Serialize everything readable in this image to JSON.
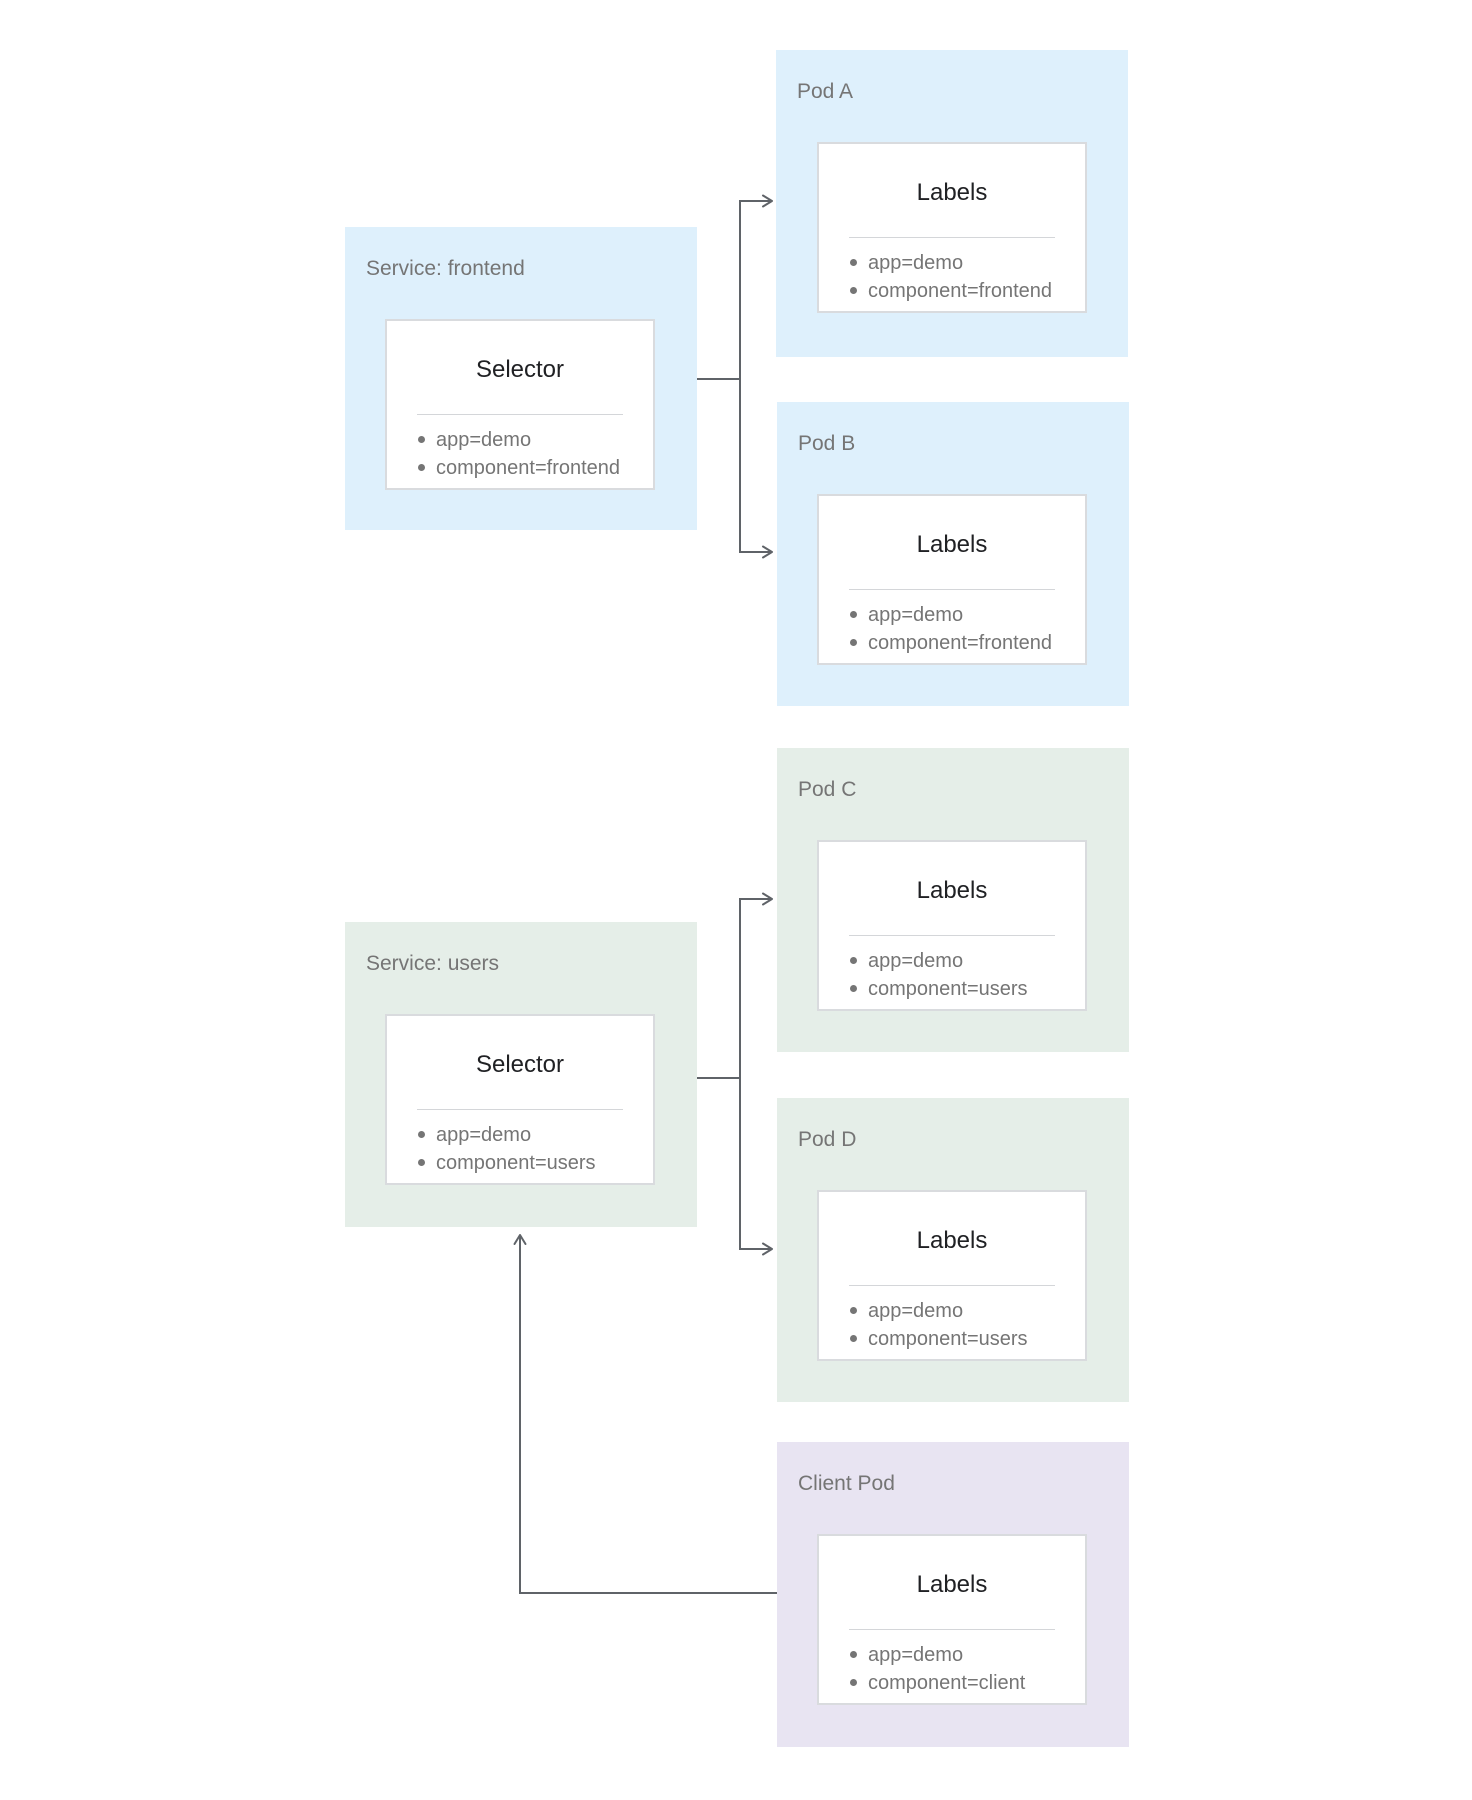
{
  "diagram": {
    "description": "Service selector to pod labels mapping diagram",
    "colors": {
      "frontend_group": "#def0fc",
      "users_group": "#e5eee8",
      "client_group": "#e8e4f2",
      "card_background": "#ffffff",
      "card_border": "#d9dbde",
      "connector": "#5f6368",
      "card_title_text": "#202124",
      "muted_text": "#757575"
    },
    "nodes": {
      "service_frontend": {
        "title": "Service: frontend",
        "card_title": "Selector",
        "items": [
          "app=demo",
          "component=frontend"
        ]
      },
      "pod_a": {
        "title": "Pod A",
        "card_title": "Labels",
        "items": [
          "app=demo",
          "component=frontend"
        ]
      },
      "pod_b": {
        "title": "Pod B",
        "card_title": "Labels",
        "items": [
          "app=demo",
          "component=frontend"
        ]
      },
      "service_users": {
        "title": "Service: users",
        "card_title": "Selector",
        "items": [
          "app=demo",
          "component=users"
        ]
      },
      "pod_c": {
        "title": "Pod C",
        "card_title": "Labels",
        "items": [
          "app=demo",
          "component=users"
        ]
      },
      "pod_d": {
        "title": "Pod D",
        "card_title": "Labels",
        "items": [
          "app=demo",
          "component=users"
        ]
      },
      "client_pod": {
        "title": "Client Pod",
        "card_title": "Labels",
        "items": [
          "app=demo",
          "component=client"
        ]
      }
    },
    "edges": [
      {
        "from": "service_frontend",
        "to": "pod_a"
      },
      {
        "from": "service_frontend",
        "to": "pod_b"
      },
      {
        "from": "service_users",
        "to": "pod_c"
      },
      {
        "from": "service_users",
        "to": "pod_d"
      },
      {
        "from": "client_pod",
        "to": "service_users"
      }
    ]
  }
}
